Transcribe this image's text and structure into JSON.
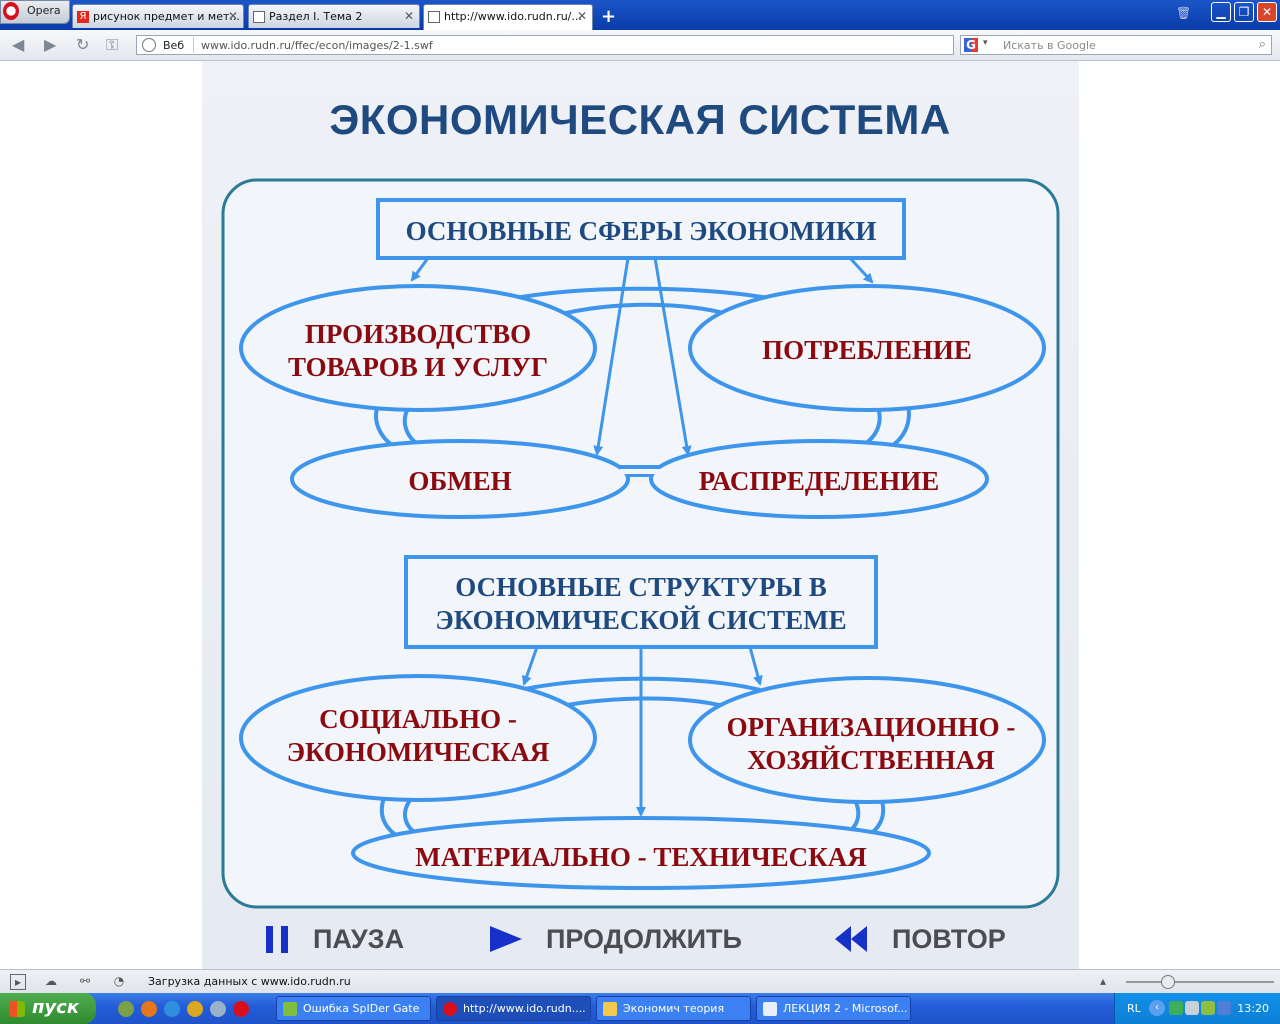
{
  "browser": {
    "menu_label": "Opera",
    "tabs": [
      {
        "label": "рисунок предмет и мет...",
        "active": false
      },
      {
        "label": "Раздел I. Тема 2",
        "active": false
      },
      {
        "label": "http://www.ido.rudn.ru/...",
        "active": true
      }
    ],
    "new_tab_symbol": "+",
    "address": {
      "mode_label": "Веб",
      "url": "www.ido.rudn.ru/ffec/econ/images/2-1.swf"
    },
    "search": {
      "engine": "G",
      "placeholder": "Искать в Google"
    },
    "status_text": "Загрузка данных с www.ido.rudn.ru"
  },
  "slide": {
    "title": "ЭКОНОМИЧЕСКАЯ СИСТЕМА",
    "spheres": {
      "header": "ОСНОВНЫЕ СФЕРЫ ЭКОНОМИКИ",
      "production_line1": "ПРОИЗВОДСТВО",
      "production_line2": "ТОВАРОВ И УСЛУГ",
      "consumption": "ПОТРЕБЛЕНИЕ",
      "exchange": "ОБМЕН",
      "distribution": "РАСПРЕДЕЛЕНИЕ"
    },
    "structures": {
      "header_line1": "ОСНОВНЫЕ СТРУКТУРЫ В",
      "header_line2": "ЭКОНОМИЧЕСКОЙ СИСТЕМЕ",
      "social_line1": "СОЦИАЛЬНО -",
      "social_line2": "ЭКОНОМИЧЕСКАЯ",
      "org_line1": "ОРГАНИЗАЦИОННО -",
      "org_line2": "ХОЗЯЙСТВЕННАЯ",
      "material": "МАТЕРИАЛЬНО - ТЕХНИЧЕСКАЯ"
    },
    "controls": {
      "pause": "ПАУЗА",
      "continue": "ПРОДОЛЖИТЬ",
      "repeat": "ПОВТОР"
    },
    "colors": {
      "title": "#1f4a80",
      "line": "#3d95ec",
      "frame": "#2b7a96",
      "box_text": "#1f4a80",
      "ellipse_text": "#8b0a10",
      "control_icon": "#1630c8"
    }
  },
  "taskbar": {
    "start_label": "пуск",
    "tasks": [
      {
        "label": "Ошибка SpIDer Gate",
        "active": false
      },
      {
        "label": "http://www.ido.rudn....",
        "active": true
      },
      {
        "label": "Экономич теория",
        "active": false
      },
      {
        "label": "ЛЕКЦИЯ 2 - Microsof...",
        "active": false
      }
    ],
    "language": "RL",
    "time": "13:20"
  }
}
